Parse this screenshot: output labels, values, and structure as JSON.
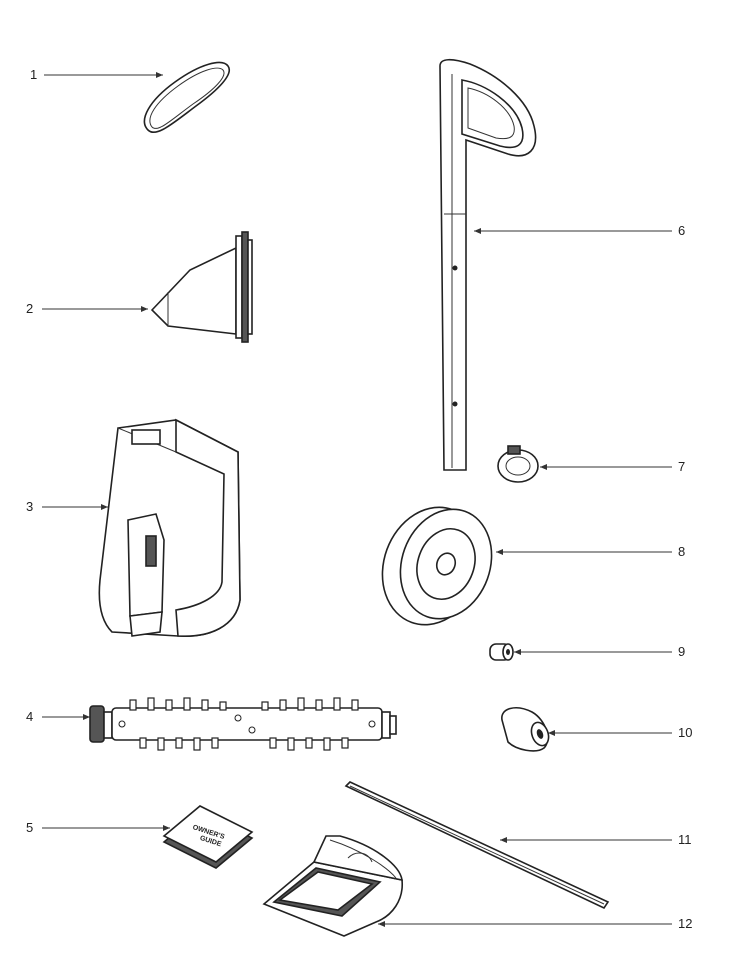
{
  "parts": [
    {
      "number": "1",
      "name": "belt-icon"
    },
    {
      "number": "2",
      "name": "crevice-tool-icon"
    },
    {
      "number": "3",
      "name": "dirt-cup-icon"
    },
    {
      "number": "4",
      "name": "brush-roll-icon"
    },
    {
      "number": "5",
      "name": "owners-guide-icon",
      "label_line1": "OWNER'S",
      "label_line2": "GUIDE"
    },
    {
      "number": "6",
      "name": "handle-icon"
    },
    {
      "number": "7",
      "name": "clip-icon"
    },
    {
      "number": "8",
      "name": "wheel-icon"
    },
    {
      "number": "9",
      "name": "bushing-icon"
    },
    {
      "number": "10",
      "name": "end-cap-icon"
    },
    {
      "number": "11",
      "name": "axle-rod-icon"
    },
    {
      "number": "12",
      "name": "filter-door-icon"
    }
  ]
}
